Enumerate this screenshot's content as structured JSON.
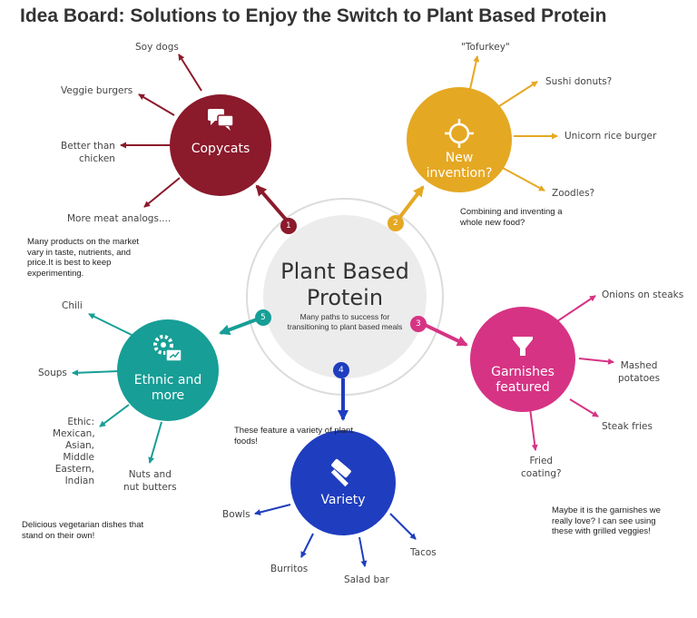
{
  "title": "Idea Board: Solutions to Enjoy the Switch to Plant Based Protein",
  "center": {
    "title_line1": "Plant Based",
    "title_line2": "Protein",
    "subtitle_line1": "Many paths to success for",
    "subtitle_line2": "transitioning to plant based meals"
  },
  "colors": {
    "copycats": "#8b1a2b",
    "new_invention": "#e5a823",
    "garnishes": "#d63384",
    "variety": "#1f3dbf",
    "ethnic": "#179e96"
  },
  "branches": [
    {
      "number": "1",
      "title_line1": "Copycats",
      "icon": "chat-bubbles-icon",
      "items": [
        "Soy dogs",
        "Veggie burgers",
        "Better than",
        "chicken",
        "More meat analogs...."
      ],
      "note": [
        "Many products on the market",
        "vary in taste, nutrients, and",
        "price.It is best to keep",
        "experimenting."
      ]
    },
    {
      "number": "2",
      "title_line1": "New",
      "title_line2": "invention?",
      "icon": "crosshair-icon",
      "items": [
        "\"Tofurkey\"",
        "Sushi donuts?",
        "Unicorn rice burger",
        "Zoodles?"
      ],
      "note": [
        "Combining and inventing a",
        "whole new food?"
      ]
    },
    {
      "number": "3",
      "title_line1": "Garnishes",
      "title_line2": "featured",
      "icon": "filter-funnel-icon",
      "items": [
        "Onions on steaks",
        "Mashed",
        "potatoes",
        "Steak fries",
        "Fried",
        "coating?"
      ],
      "note": [
        "Maybe it is the garnishes we",
        "really love? I can see using",
        "these with grilled veggies!"
      ]
    },
    {
      "number": "4",
      "title_line1": "Variety",
      "icon": "hammer-icon",
      "items": [
        "Bowls",
        "Burritos",
        "Salad bar",
        "Tacos"
      ],
      "note": [
        "These feature a variety of plant",
        "foods!"
      ]
    },
    {
      "number": "5",
      "title_line1": "Ethnic and",
      "title_line2": "more",
      "icon": "gear-window-icon",
      "items": [
        "Chili",
        "Soups",
        "Ethic:",
        "Mexican,",
        "Asian,",
        "Middle",
        "Eastern,",
        "Indian",
        "Nuts and",
        "nut butters"
      ],
      "note": [
        "Delicious vegetarian dishes that",
        "stand on their own!"
      ]
    }
  ]
}
